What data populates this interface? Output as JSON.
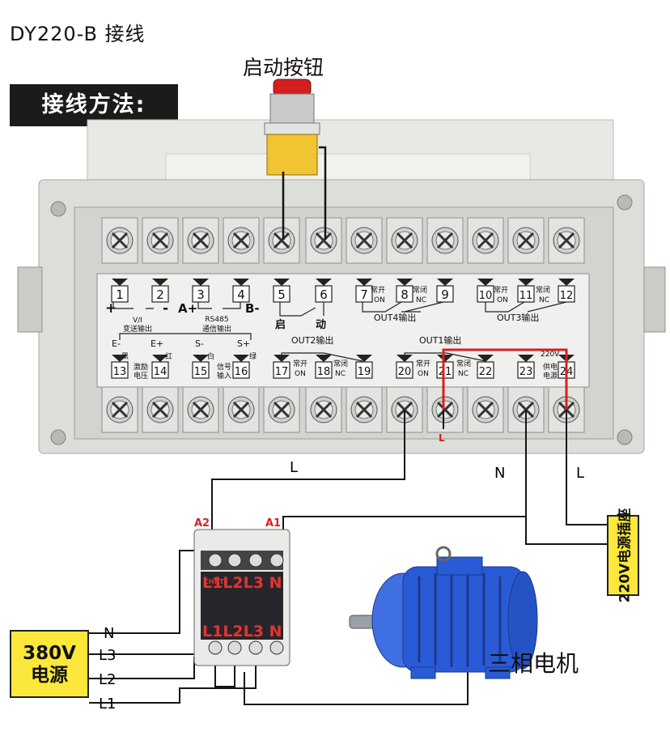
{
  "title": "DY220-B  接线",
  "method_label": "接线方法:",
  "start_button_label": "启动按钮",
  "terminals_top": [
    {
      "num": "1"
    },
    {
      "num": "2"
    },
    {
      "num": "3"
    },
    {
      "num": "4"
    },
    {
      "num": "5"
    },
    {
      "num": "6"
    },
    {
      "num": "7"
    },
    {
      "num": "8"
    },
    {
      "num": "9"
    },
    {
      "num": "10"
    },
    {
      "num": "11"
    },
    {
      "num": "12"
    }
  ],
  "terminals_bottom": [
    {
      "num": "13"
    },
    {
      "num": "14"
    },
    {
      "num": "15"
    },
    {
      "num": "16"
    },
    {
      "num": "17"
    },
    {
      "num": "18"
    },
    {
      "num": "19"
    },
    {
      "num": "20"
    },
    {
      "num": "21"
    },
    {
      "num": "22"
    },
    {
      "num": "23"
    },
    {
      "num": "24"
    }
  ],
  "panel_labels": {
    "vi_out": "V/I\n变送输出",
    "rs485": "RS485\n通信输出",
    "start_a": "启",
    "start_b": "动",
    "out4": "OUT4输出",
    "out3": "OUT3输出",
    "out2": "OUT2输出",
    "out1": "OUT1输出",
    "no": "常开",
    "on": "ON",
    "nc_cn": "常闭",
    "nc": "NC",
    "e_minus": "E-",
    "e_plus": "E+",
    "s_minus": "S-",
    "s_plus": "S+",
    "black": "黑",
    "red": "红",
    "white": "白",
    "green": "绿",
    "excite": "激励\n电压",
    "signal": "信号\n输入",
    "v220": "220V",
    "supply": "供电\n电源",
    "a_label": "A+",
    "b_label": "B-",
    "plus": "+",
    "minus": "-"
  },
  "wire_labels": {
    "L_red": "L",
    "L_left": "L",
    "N_mid": "N",
    "L_right": "L",
    "A2": "A2",
    "A1": "A1"
  },
  "contactor": {
    "top_terms": "L1L2L3 N",
    "bottom_terms": "L1L2L3 N",
    "brand": "CHNT"
  },
  "power_labels": [
    "N",
    "L3",
    "L2",
    "L1"
  ],
  "power_box": "380V\n电源",
  "socket_box": "220V电源插座",
  "motor_label": "三相电机",
  "colors": {
    "red_wire": "#d62020",
    "black_wire": "#151515",
    "box_yellow": "#fbe83a",
    "motor_blue": "#2a5bd7"
  }
}
